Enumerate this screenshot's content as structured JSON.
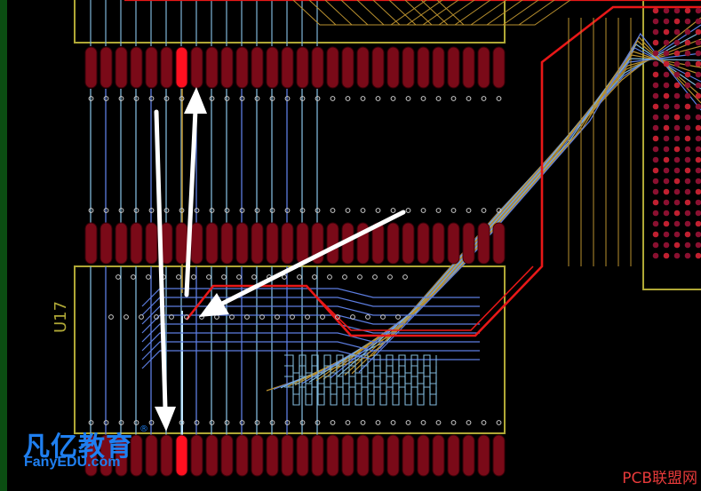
{
  "refdes": "U17",
  "logo": {
    "chinese": "凡亿教育",
    "registered": "®",
    "english": "FanyEDU.com"
  },
  "watermark": "PCB联盟网",
  "colors": {
    "background": "#000000",
    "pad": "#7a0a18",
    "pad_highlight": "#ff1020",
    "outline": "#b0a836",
    "trace_blue": "#5c7de0",
    "trace_cyan": "#7fb6d8",
    "trace_red": "#e81818",
    "trace_gold": "#b9902e",
    "arrow": "#ffffff",
    "logo": "#1f7ff0",
    "watermark": "#e83a3a"
  }
}
